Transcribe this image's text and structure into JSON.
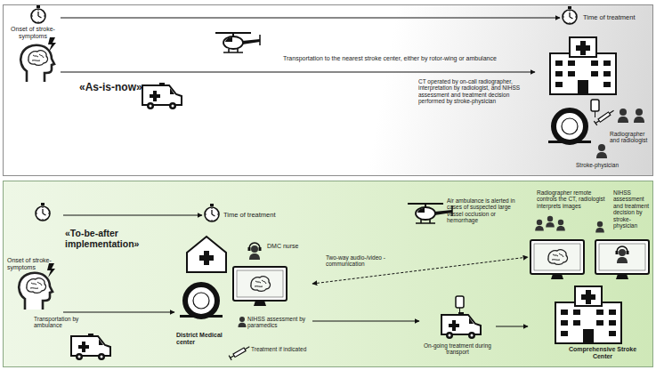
{
  "diagram": {
    "nodes": [
      {
        "text": [
          "«As-is-now»"
        ]
      },
      {
        "text": [
          "Onset of stroke-symptoms"
        ],
        "in": 0
      },
      {
        "text": [
          "Time of treatment"
        ],
        "in": 0
      },
      {
        "text": [
          "Radiographer and radiologist",
          "Stroke-physician"
        ],
        "in": 0
      },
      {
        "text": [
          "«To-be-after implementation»"
        ]
      },
      {
        "text": [
          "Onset of stroke-symptoms"
        ],
        "in": 4
      },
      {
        "text": [
          "Time of treatment"
        ],
        "in": 4
      },
      {
        "text": [
          "DMC nurse",
          "NIHSS assessment by paramedics",
          "District Medical center",
          "Treatment if indicated"
        ],
        "in": 4
      },
      {
        "text": [
          "On-going treatment during transport"
        ],
        "in": 4
      },
      {
        "text": [
          "Radiographer remote controls the CT, radiologist interprets images",
          "NIHSS assessment and treatment decision by stroke-physician",
          "Comprehensive Stroke Center"
        ],
        "in": 4
      }
    ],
    "edges": [
      {
        "from": 1,
        "to": 2,
        "arrow": "to"
      },
      {
        "from": 1,
        "to": 3,
        "arrow": "to",
        "label": "Transportation to the nearest stroke center, either by rotor-wing or ambulance"
      },
      {
        "from": 5,
        "to": 6,
        "arrow": "to"
      },
      {
        "from": 5,
        "to": 7,
        "arrow": "to",
        "label": "Transportation by ambulance"
      },
      {
        "from": 7,
        "to": 9,
        "arrow": "both",
        "label": "Two-way audio-/video - communication"
      },
      {
        "from": 7,
        "to": 8,
        "arrow": "to"
      },
      {
        "from": 8,
        "to": 9,
        "arrow": "to"
      }
    ],
    "labels": [
      "CT operated by on-call radiographer, interpretation by radiologist, and NIHSS assessment and treatment decision performed by stroke-physician",
      "Air ambulance is alerted in cases of suspected large vessel occlusion or hemorrhage"
    ]
  }
}
